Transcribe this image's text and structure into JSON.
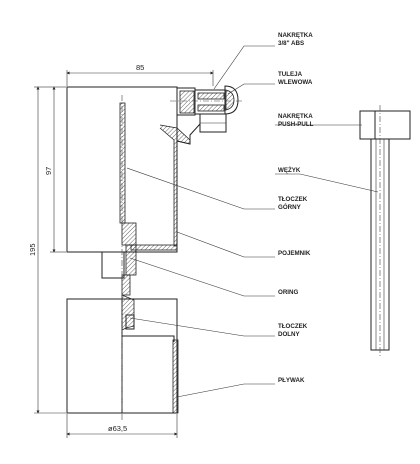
{
  "dimensions": {
    "top_width": "85",
    "left_height": "97",
    "total_height": "195",
    "bottom_diameter": "ø63,5"
  },
  "labels": {
    "nut_abs": [
      "NAKRĘTKA",
      "3/8\" ABS"
    ],
    "inlet_sleeve": [
      "TULEJA",
      "WLEWOWA"
    ],
    "nut_push_pull": [
      "NAKRĘTKA",
      "PUSH-PULL"
    ],
    "hose": [
      "WĘŻYK"
    ],
    "upper_piston": [
      "TŁOCZEK",
      "GÓRNY"
    ],
    "container": [
      "POJEMNIK"
    ],
    "oring": [
      "ORING"
    ],
    "lower_piston": [
      "TŁOCZEK",
      "DOLNY"
    ],
    "float": [
      "PŁYWAK"
    ]
  }
}
